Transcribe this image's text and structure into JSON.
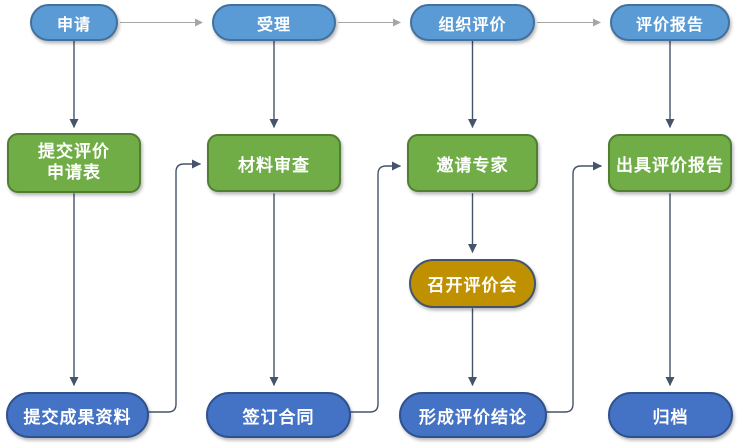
{
  "diagram": {
    "type": "flowchart",
    "background": "#FFFFFF",
    "stages": {
      "apply": "申请",
      "accept": "受理",
      "organize_evaluation": "组织评价",
      "evaluation_report": "评价报告"
    },
    "steps": {
      "submit_application_form": "提交评价\n申请表",
      "material_review": "材料审查",
      "invite_experts": "邀请专家",
      "issue_evaluation_report": "出具评价报告",
      "hold_evaluation_meeting": "召开评价会",
      "submit_achievement_materials": "提交成果资料",
      "sign_contract": "签订合同",
      "form_evaluation_conclusion": "形成评价结论",
      "archive": "归档"
    },
    "edges": [
      {
        "from": "apply",
        "to": "accept",
        "style": "gray"
      },
      {
        "from": "accept",
        "to": "organize_evaluation",
        "style": "gray"
      },
      {
        "from": "organize_evaluation",
        "to": "evaluation_report",
        "style": "gray"
      },
      {
        "from": "apply",
        "to": "submit_application_form",
        "style": "dark"
      },
      {
        "from": "accept",
        "to": "material_review",
        "style": "dark"
      },
      {
        "from": "organize_evaluation",
        "to": "invite_experts",
        "style": "dark"
      },
      {
        "from": "evaluation_report",
        "to": "issue_evaluation_report",
        "style": "dark"
      },
      {
        "from": "submit_application_form",
        "to": "submit_achievement_materials",
        "style": "dark"
      },
      {
        "from": "material_review",
        "to": "sign_contract",
        "style": "dark"
      },
      {
        "from": "invite_experts",
        "to": "hold_evaluation_meeting",
        "style": "dark"
      },
      {
        "from": "hold_evaluation_meeting",
        "to": "form_evaluation_conclusion",
        "style": "dark"
      },
      {
        "from": "issue_evaluation_report",
        "to": "archive",
        "style": "dark"
      },
      {
        "from": "submit_achievement_materials",
        "to": "material_review",
        "style": "dark-elbow"
      },
      {
        "from": "sign_contract",
        "to": "invite_experts",
        "style": "dark-elbow"
      },
      {
        "from": "form_evaluation_conclusion",
        "to": "issue_evaluation_report",
        "style": "dark-elbow"
      }
    ],
    "colors": {
      "background": "#FFFFFF",
      "stage_fill": "#5B9BD5",
      "stage_border": "#41719C",
      "step_fill": "#70AD47",
      "step_border": "#507E32",
      "meeting_fill": "#BF9000",
      "meeting_border": "#44546A",
      "end_fill": "#4472C4",
      "end_border": "#2F528F",
      "connector_dark": "#44546A",
      "connector_gray": "#A6A6A6",
      "text": "#FFFFFF"
    }
  }
}
